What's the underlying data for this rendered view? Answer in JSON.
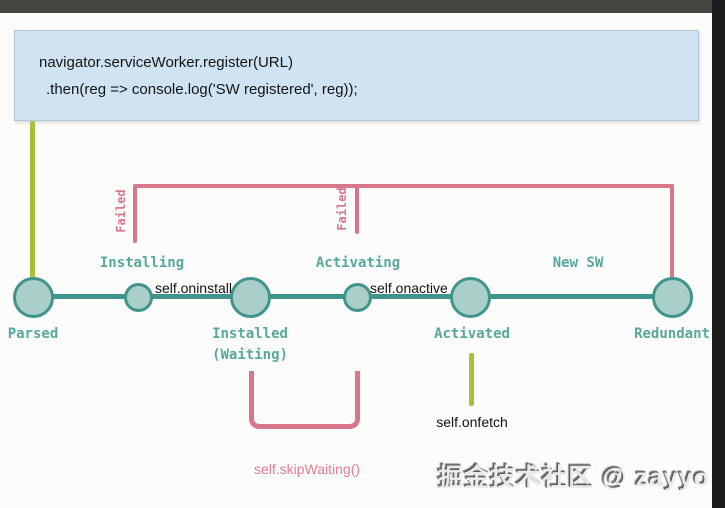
{
  "code_block": {
    "lines": [
      "navigator.serviceWorker.register(URL)",
      ".then(reg => console.log('SW registered', reg));"
    ]
  },
  "lifecycle": {
    "states": {
      "parsed": "Parsed",
      "installing": "Installing",
      "installed_line1": "Installed",
      "installed_line2": "(Waiting)",
      "activating": "Activating",
      "activated": "Activated",
      "new_sw": "New SW",
      "redundant": "Redundant"
    },
    "events": {
      "oninstall": "self.oninstall",
      "onactive": "self.onactive",
      "onfetch": "self.onfetch",
      "skip_waiting": "self.skipWaiting()"
    },
    "failed": "Failed"
  },
  "colors": {
    "teal_stroke": "#3f948c",
    "teal_fill": "#a9cfc8",
    "teal_text": "#57a89b",
    "pink": "#d8768c",
    "olive": "#a9c03c",
    "code_bg": "#cfe3f2",
    "code_border": "#b3c6d4"
  },
  "watermark": {
    "text": "掘金技术社区 @ zayyo"
  }
}
